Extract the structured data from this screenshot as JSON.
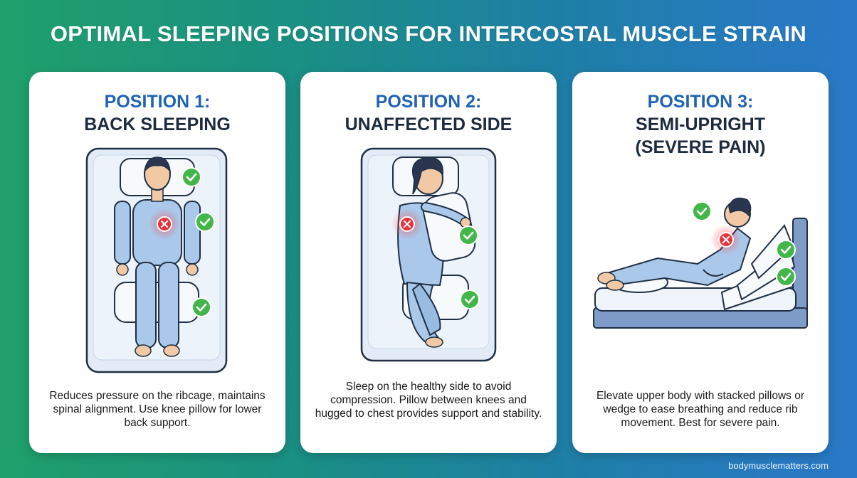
{
  "title": "OPTIMAL SLEEPING POSITIONS FOR INTERCOSTAL MUSCLE STRAIN",
  "cards": [
    {
      "number_label": "POSITION 1:",
      "name_label": "BACK SLEEPING",
      "description": "Reduces pressure on the ribcage, maintains spinal alignment. Use knee pillow for lower back support."
    },
    {
      "number_label": "POSITION 2:",
      "name_label": "UNAFFECTED SIDE",
      "description": "Sleep on the healthy side to avoid compression. Pillow between knees and hugged to chest provides support and stability."
    },
    {
      "number_label": "POSITION 3:",
      "name_label": "SEMI-UPRIGHT",
      "name_label_2": "(SEVERE PAIN)",
      "description": "Elevate upper body with stacked pillows or wedge to ease breathing and reduce rib movement. Best for severe pain."
    }
  ],
  "footer": "bodymusclematters.com",
  "icons": {
    "check": "check-circle-icon",
    "pain": "x-circle-icon"
  },
  "colors": {
    "check_green": "#43b649",
    "pain_red": "#e8323c",
    "heading_blue": "#1f63b4",
    "pajama_blue": "#a9c8ea"
  }
}
